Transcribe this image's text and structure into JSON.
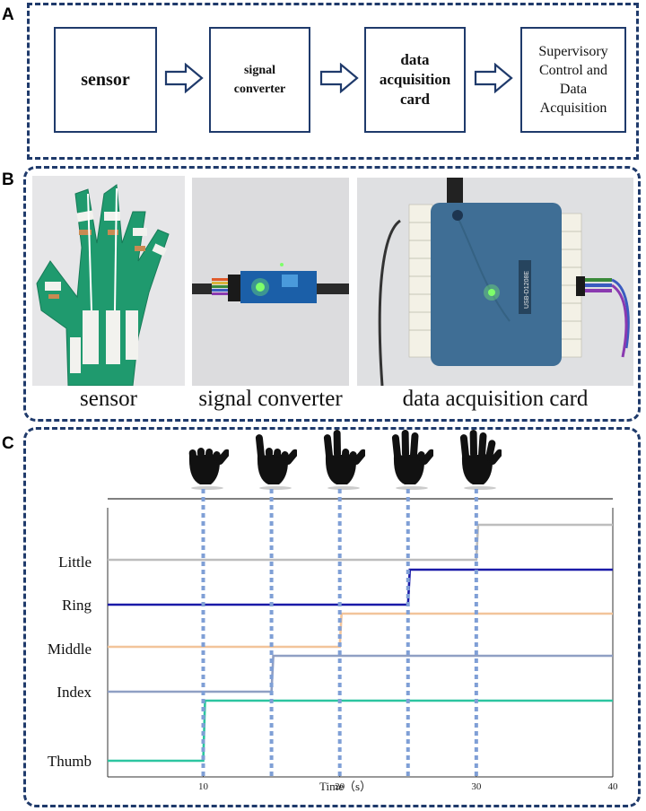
{
  "panels": {
    "a": "A",
    "b": "B",
    "c": "C"
  },
  "flow": [
    {
      "id": "sensor",
      "lines": [
        "sensor"
      ]
    },
    {
      "id": "signal-converter",
      "lines": [
        "signal",
        "converter"
      ]
    },
    {
      "id": "daq-card",
      "lines": [
        "data",
        "acquisition",
        "card"
      ]
    },
    {
      "id": "scada",
      "lines": [
        "Supervisory",
        "Control and",
        "Data",
        "Acquisition"
      ]
    }
  ],
  "photos": {
    "sensor_caption": "sensor",
    "converter_caption": "signal converter",
    "daq_caption": "data acquisition card",
    "daq_label_text": "USB-D1208E"
  },
  "chart_data": {
    "type": "line",
    "x_label": "Time（s）",
    "x_ticks": [
      10,
      20,
      30,
      40
    ],
    "xlim": [
      3,
      40
    ],
    "categories": [
      "Thumb",
      "Index",
      "Middle",
      "Ring",
      "Little"
    ],
    "transitions": [
      10,
      15,
      20,
      25,
      30
    ],
    "series": [
      {
        "name": "Thumb",
        "color": "#2cc5a0",
        "change_at": 10
      },
      {
        "name": "Index",
        "color": "#8f9fc4",
        "change_at": 15
      },
      {
        "name": "Middle",
        "color": "#f2c49a",
        "change_at": 20
      },
      {
        "name": "Ring",
        "color": "#1a1aa8",
        "change_at": 25
      },
      {
        "name": "Little",
        "color": "#bdbdbd",
        "change_at": 30
      }
    ],
    "gesture_fingers_extended": [
      1,
      2,
      3,
      4,
      5
    ],
    "guide_color": "#7f9fd6"
  }
}
